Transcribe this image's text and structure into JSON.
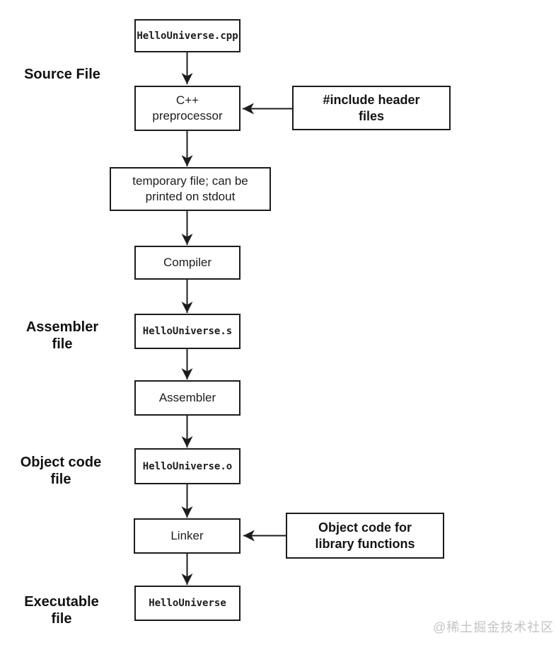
{
  "diagram": {
    "side_labels": {
      "source": "Source File",
      "assembler": "Assembler\nfile",
      "object_code": "Object code\nfile",
      "executable": "Executable\nfile"
    },
    "nodes": {
      "source_file": "HelloUniverse.cpp",
      "preprocessor": "C++\npreprocessor",
      "include_headers": "#include header\nfiles",
      "temp_file": "temporary file; can be\nprinted on stdout",
      "compiler": "Compiler",
      "assembly_file": "HelloUniverse.s",
      "assembler": "Assembler",
      "object_file": "HelloUniverse.o",
      "linker": "Linker",
      "object_code_library": "Object code for\nlibrary functions",
      "executable_file": "HelloUniverse"
    },
    "colors": {
      "line": "#1c1c1c",
      "text": "#1d1d1d",
      "watermark": "#c4c4c4",
      "background": "#ffffff"
    }
  },
  "watermark": "@稀土掘金技术社区"
}
